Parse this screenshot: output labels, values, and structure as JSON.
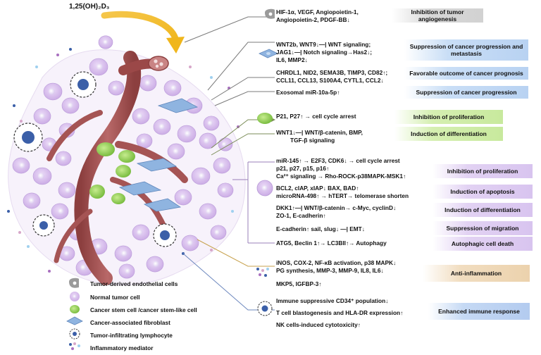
{
  "formula": "1,25(OH)₂D₃",
  "effects": [
    {
      "lines": [
        "HIF-1α, VEGF, Angiopoietin-1,",
        "Angiopoietin-2, PDGF-BB↓"
      ],
      "outcome": "Inhibition of tumor angiogenesis"
    },
    {
      "lines": [
        "WNT2b, WNT9↓—| WNT signaling;",
        "JAG1↓—| Notch signaling→Has2↓;",
        "IL6, MMP2↓"
      ],
      "outcome": "Suppression of cancer progression and metastasis"
    },
    {
      "lines": [
        "CHRDL1, NID2, SEMA3B, TIMP3, CD82↑;",
        "CCL11, CCL13, S100A4, CYTL1, CCL2↓"
      ],
      "outcome": "Favorable outcome of cancer prognosis"
    },
    {
      "lines": [
        "Exosomal miR-10a-5p↑"
      ],
      "outcome": "Suppression of cancer progression"
    },
    {
      "lines": [
        "P21, P27↑ → cell cycle arrest"
      ],
      "outcome": "Inhibition of proliferation"
    },
    {
      "lines": [
        "WNT1↓—| WNT/β-catenin, BMP,",
        "TGF-β signaling"
      ],
      "outcome": "Induction of differentiation"
    },
    {
      "lines": [
        "miR-145↑ → E2F3, CDK6↓ → cell cycle arrest",
        "p21, p27, p15, p16↑",
        "Ca²⁺ signaling → Rho-ROCK-p38MAPK-MSK1↑"
      ],
      "outcome": "Inhibition of proliferation"
    },
    {
      "lines": [
        "BCL2, cIAP, xIAP↓ BAX, BAD↑",
        "microRNA-498↑ → hTERT→ telomerase shorten"
      ],
      "outcome": "Induction of apoptosis"
    },
    {
      "lines": [
        "DKK1↑—| WNT/β-catenin→ c-Myc, cyclinD↓",
        "ZO-1, E-cadherin↑"
      ],
      "outcome": "Induction of differentiation"
    },
    {
      "lines": [
        "E-cadherin↑ sail, slug↓ —| EMT↓"
      ],
      "outcome": "Suppression of migration"
    },
    {
      "lines": [
        "ATG5, Beclin 1↑→ LC3BII↑→ Autophagy"
      ],
      "outcome": "Autophagic cell death"
    },
    {
      "lines": [
        "iNOS, COX-2, NF-κB activation, p38 MAPK↓",
        "PG synthesis, MMP-3, MMP-9, IL8, IL6↓",
        "MKP5, IGFBP-3↑"
      ],
      "outcome": "Anti-inflammation"
    },
    {
      "lines": [
        "Immune suppressive CD34⁺ population↓",
        "T cell blastogenesis and HLA-DR expression↑",
        "NK cells-induced cytotoxicity↑"
      ],
      "outcome": "Enhanced immune response"
    }
  ],
  "legend": [
    {
      "label": "Tumor-derived endothelial cells",
      "icon": "endothelial-cell-icon"
    },
    {
      "label": "Normal tumor cell",
      "icon": "tumor-cell-icon"
    },
    {
      "label": "Cancer stem cell /cancer stem-like cell",
      "icon": "stem-cell-icon"
    },
    {
      "label": "Cancer-associated fibroblast",
      "icon": "fibroblast-icon"
    },
    {
      "label": "Tumor-infiltrating lymphocyte",
      "icon": "lymphocyte-icon"
    },
    {
      "label": "Inflammatory mediator",
      "icon": "mediator-icon"
    }
  ],
  "colors": {
    "arrow_red": "#e0121b",
    "vessel": "#b25d5d",
    "tumor_cell": "#d8c1ec",
    "stem_cell": "#8ccd4a",
    "fibroblast": "#7ea6d8",
    "box_gray": "#d4d4d4",
    "box_blue": "#bcd5f3",
    "box_green": "#cbea9f",
    "box_purple": "#dac7f0",
    "box_orange": "#eed4ae"
  }
}
